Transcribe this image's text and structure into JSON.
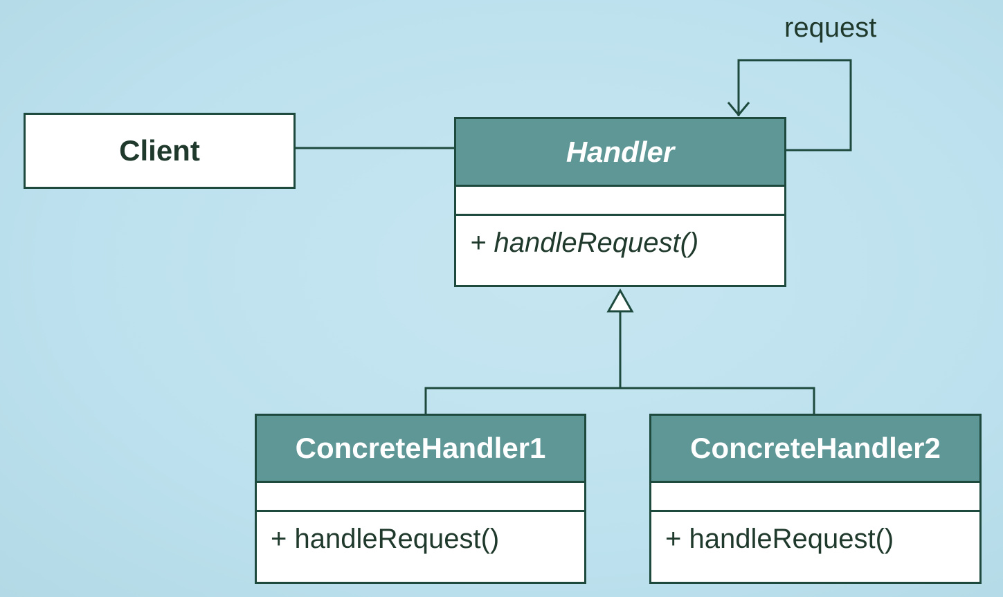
{
  "client": {
    "name": "Client"
  },
  "handler": {
    "name": "Handler",
    "method": "+ handleRequest()"
  },
  "concrete1": {
    "name": "ConcreteHandler1",
    "method": "+ handleRequest()"
  },
  "concrete2": {
    "name": "ConcreteHandler2",
    "method": "+ handleRequest()"
  },
  "self_association": {
    "label": "request"
  },
  "colors": {
    "header": "#5f9696",
    "line": "#1e4a3d",
    "background": "#bde1ee"
  }
}
